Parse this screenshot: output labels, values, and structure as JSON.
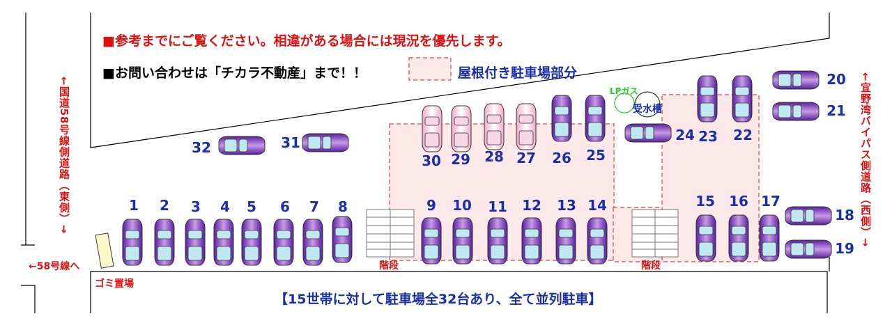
{
  "notices": {
    "line1": "■参考までにご覧ください。相違がある場合には現況を優先します。",
    "line2": "■お問い合わせは「チカラ不動産」まで！！",
    "legend_label": "屋根付き駐車場部分"
  },
  "roads": {
    "left": "←国道58号線側道路（東側）→",
    "right": "←宜野湾バイパス側道路（西側）→",
    "bottom_left": "←58号線へ"
  },
  "labels": {
    "garbage": "ゴミ置場",
    "stairs": "階段",
    "lp_gas": "LPガス",
    "water_tank": "受水槽"
  },
  "footer": "【15世帯に対して駐車場全32台あり、全て並列駐車】",
  "spaces": [
    {
      "num": "1",
      "covered": false
    },
    {
      "num": "2",
      "covered": false
    },
    {
      "num": "3",
      "covered": false
    },
    {
      "num": "4",
      "covered": false
    },
    {
      "num": "5",
      "covered": false
    },
    {
      "num": "6",
      "covered": false
    },
    {
      "num": "7",
      "covered": false
    },
    {
      "num": "8",
      "covered": false
    },
    {
      "num": "9",
      "covered": true
    },
    {
      "num": "10",
      "covered": true
    },
    {
      "num": "11",
      "covered": true
    },
    {
      "num": "12",
      "covered": true
    },
    {
      "num": "13",
      "covered": true
    },
    {
      "num": "14",
      "covered": true
    },
    {
      "num": "15",
      "covered": true
    },
    {
      "num": "16",
      "covered": true
    },
    {
      "num": "17",
      "covered": false
    },
    {
      "num": "18",
      "covered": false
    },
    {
      "num": "19",
      "covered": false
    },
    {
      "num": "20",
      "covered": false
    },
    {
      "num": "21",
      "covered": false
    },
    {
      "num": "22",
      "covered": true
    },
    {
      "num": "23",
      "covered": true
    },
    {
      "num": "24",
      "covered": false
    },
    {
      "num": "25",
      "covered": true
    },
    {
      "num": "26",
      "covered": true
    },
    {
      "num": "27",
      "covered": true
    },
    {
      "num": "28",
      "covered": true
    },
    {
      "num": "29",
      "covered": true
    },
    {
      "num": "30",
      "covered": true
    },
    {
      "num": "31",
      "covered": false
    },
    {
      "num": "32",
      "covered": false
    }
  ]
}
